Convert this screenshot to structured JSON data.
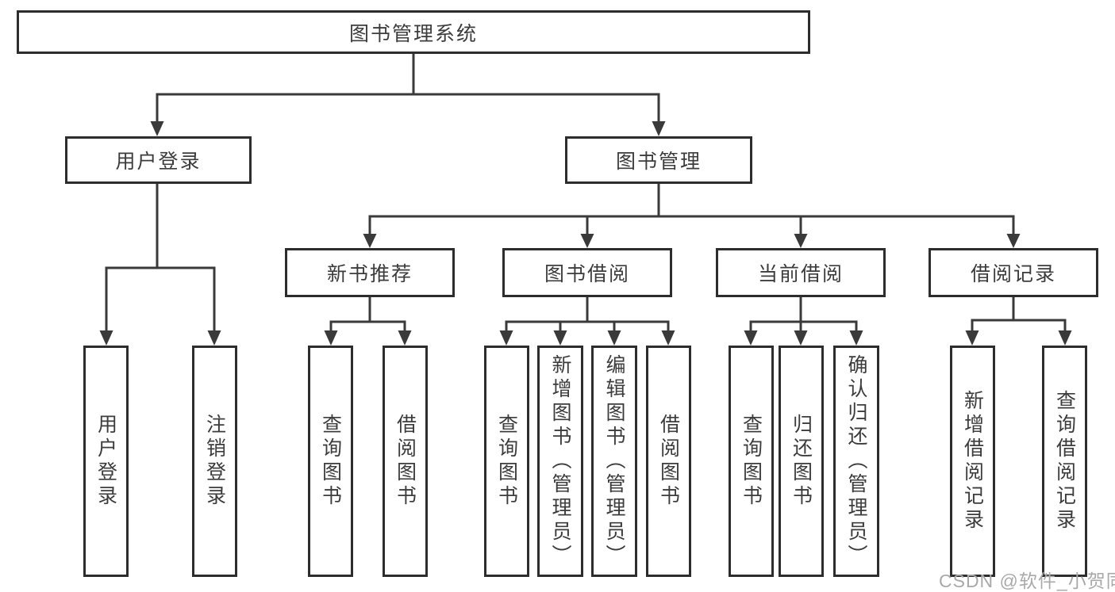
{
  "diagram": {
    "root": {
      "label": "图书管理系统"
    },
    "level1": [
      {
        "label": "用户登录"
      },
      {
        "label": "图书管理"
      }
    ],
    "level2": [
      {
        "label": "新书推荐"
      },
      {
        "label": "图书借阅"
      },
      {
        "label": "当前借阅"
      },
      {
        "label": "借阅记录"
      }
    ],
    "leaves": {
      "user": [
        "用户登录",
        "注销登录"
      ],
      "recommend": [
        "查询图书",
        "借阅图书"
      ],
      "borrow": [
        "查询图书",
        "新增图书（管理员）",
        "编辑图书（管理员）",
        "借阅图书"
      ],
      "current": [
        "查询图书",
        "归还图书",
        "确认归还（管理员）"
      ],
      "records": [
        "新增借阅记录",
        "查询借阅记录"
      ]
    }
  },
  "watermark": {
    "text": "CSDN @软件_小贺同学"
  },
  "colors": {
    "line": "#3a3a3a",
    "border": "#2d2d2d",
    "text": "#3c3c3c",
    "watermark": "#a9a9a9",
    "background": "#ffffff"
  }
}
